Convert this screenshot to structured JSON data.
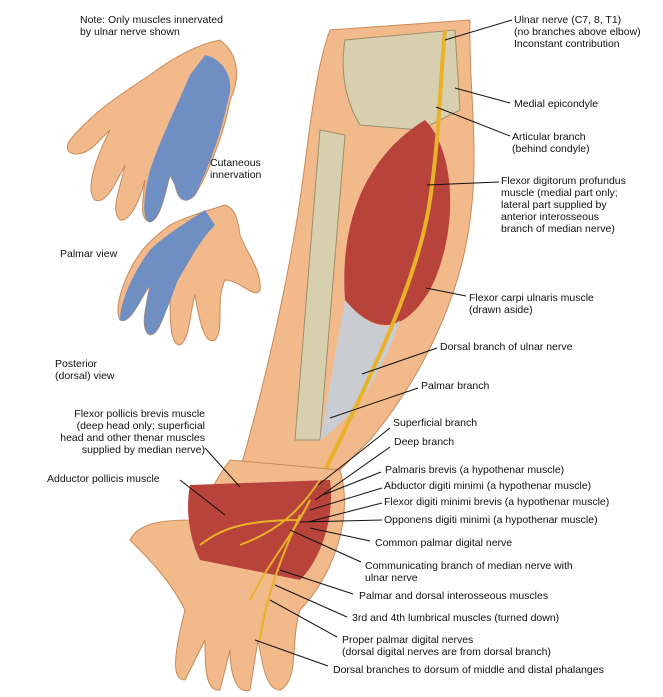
{
  "left_labels": {
    "note": "Note: Only muscles innervated\nby ulnar nerve shown",
    "cutaneous": "Cutaneous\ninnervation",
    "palmar_view": "Palmar view",
    "posterior_view": "Posterior\n(dorsal) view",
    "flexor_pollicis": "Flexor pollicis brevis muscle\n(deep head only; superficial\nhead and other thenar muscles\nsupplied by median nerve)",
    "adductor_pollicis": "Adductor pollicis muscle"
  },
  "right_labels": {
    "ulnar_nerve": "Ulnar nerve (C7, 8, T1)\n(no branches above elbow)\nInconstant contribution",
    "medial_epicondyle": "Medial epicondyle",
    "articular_branch": "Articular branch\n(behind condyle)",
    "fdp": "Flexor digitorum profundus\nmuscle (medial part only;\nlateral part supplied by\nanterior interosseous\nbranch of median nerve)",
    "fcu": "Flexor carpi ulnaris muscle\n(drawn aside)",
    "dorsal_branch": "Dorsal branch of ulnar nerve",
    "palmar_branch": "Palmar branch",
    "superficial_branch": "Superficial branch",
    "deep_branch": "Deep branch",
    "palmaris_brevis": "Palmaris brevis (a hypothenar muscle)",
    "abductor_dm": "Abductor digiti minimi (a hypothenar muscle)",
    "flexor_dmb": "Flexor digiti minimi brevis (a hypothenar muscle)",
    "opponens_dm": "Opponens digiti minimi (a hypothenar muscle)",
    "common_palmar": "Common palmar digital nerve",
    "communicating": "Communicating branch of median nerve with\nulnar nerve",
    "interosseous": "Palmar and dorsal interosseous muscles",
    "lumbrical": "3rd and 4th lumbrical muscles (turned down)",
    "proper_palmar": "Proper palmar digital nerves\n(dorsal digital nerves are from dorsal branch)",
    "dorsal_branches": "Dorsal branches to dorsum of middle and distal phalanges"
  },
  "colors": {
    "skin": "#f2b98a",
    "muscle": "#b8433a",
    "nerve": "#e9b228",
    "bone": "#d8cfae",
    "innervation": "#6f8fc2",
    "tendon": "#c9cdd2"
  }
}
